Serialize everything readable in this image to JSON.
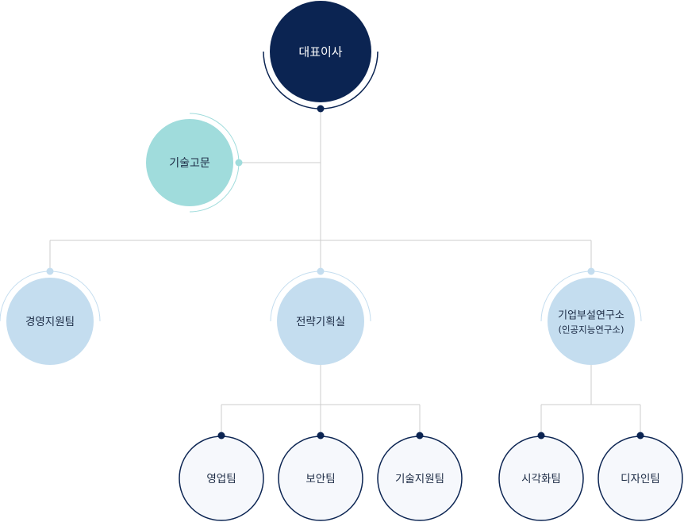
{
  "ceo": {
    "label": "대표이사",
    "fill": "#0b2452",
    "text_color": "#ffffff",
    "arc_color": "#0b2452"
  },
  "advisor": {
    "label": "기술고문",
    "fill": "#a0dcdc",
    "text_color": "#1b2a44",
    "arc_color": "#a0dcdc"
  },
  "departments": [
    {
      "label": "경영지원팀"
    },
    {
      "label": "전략기획실"
    },
    {
      "label": "기업부설연구소",
      "sub_label": "(인공지능연구소)"
    }
  ],
  "dept_style": {
    "fill": "#c4ddef",
    "text_color": "#1b2a44",
    "arc_color": "#c4ddef",
    "dot_color": "#c4ddef"
  },
  "strategy_teams": [
    {
      "label": "영업팀"
    },
    {
      "label": "보안팀"
    },
    {
      "label": "기술지원팀"
    }
  ],
  "research_teams": [
    {
      "label": "시각화팀"
    },
    {
      "label": "디자인팀"
    }
  ],
  "team_style": {
    "fill": "#f6f8fc",
    "border": "#0b2452",
    "text_color": "#1b2a44",
    "dot_color": "#0b2452"
  },
  "line_color": "#cccccc"
}
